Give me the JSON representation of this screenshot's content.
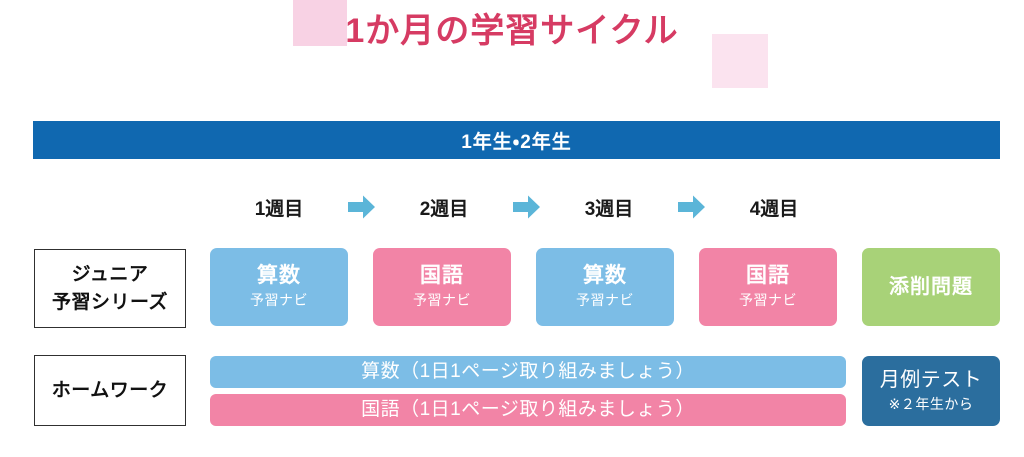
{
  "title": "1か月の学習サイクル",
  "decorations": {
    "left_square_color": "#f8d2e4",
    "right_square_color": "#fbe3ef"
  },
  "grade_header": {
    "label": "1年生・2年生",
    "background": "#1068b0",
    "text_color": "#ffffff"
  },
  "weeks": {
    "labels": [
      "1週目",
      "2週目",
      "3週目",
      "4週目"
    ],
    "arrow_color": "#5bb5d8",
    "arrow_icon": "arrow-right-icon"
  },
  "rows": [
    {
      "label": "ジュニア\n予習シリーズ",
      "label_line1": "ジュニア",
      "label_line2": "予習シリーズ"
    },
    {
      "label": "ホームワーク",
      "label_line1": "ホームワーク",
      "label_line2": ""
    }
  ],
  "series_cards": [
    {
      "main": "算数",
      "sub": "予習ナビ",
      "color": "#7cbde6"
    },
    {
      "main": "国語",
      "sub": "予習ナビ",
      "color": "#f284a6"
    },
    {
      "main": "算数",
      "sub": "予習ナビ",
      "color": "#7cbde6"
    },
    {
      "main": "国語",
      "sub": "予習ナビ",
      "color": "#f284a6"
    },
    {
      "main": "添削問題",
      "sub": "",
      "color": "#a8d278"
    }
  ],
  "homework_bars": [
    {
      "text": "算数（1日1ページ取り組みましょう）",
      "color": "#7cbde6"
    },
    {
      "text": "国語（1日1ページ取り組みましょう）",
      "color": "#f284a6"
    }
  ],
  "monthly_test": {
    "main": "月例テスト",
    "sub": "※２年生から",
    "color": "#2b6e9e"
  }
}
